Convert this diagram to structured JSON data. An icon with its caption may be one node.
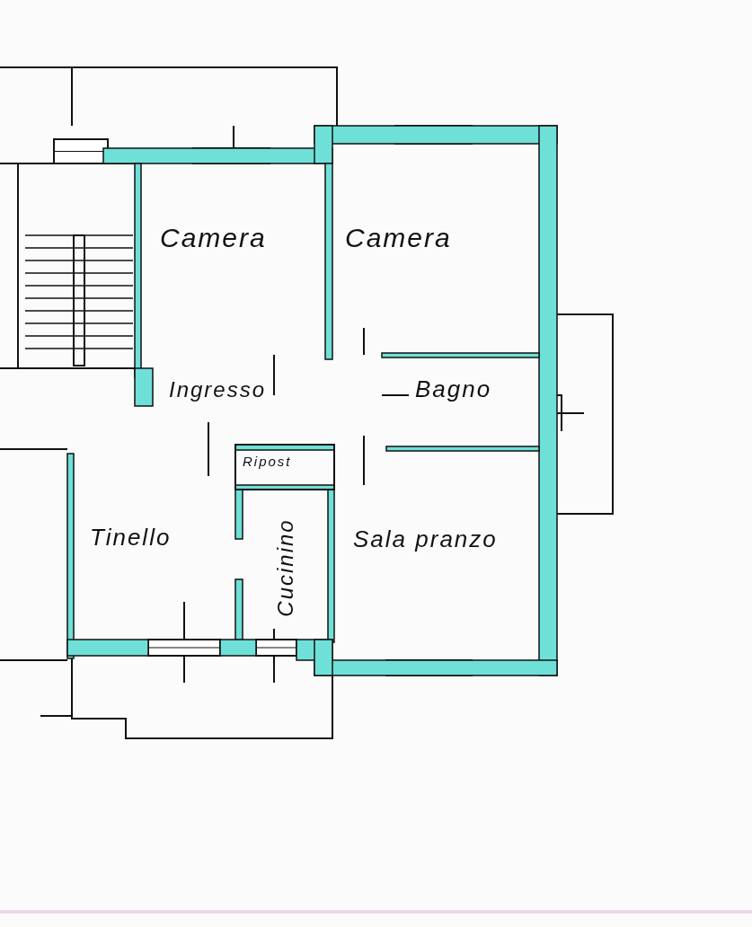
{
  "diagram": {
    "labels": [
      "Camera",
      "Camera",
      "Ingresso",
      "Bagno",
      "Ripost",
      "Tinello",
      "Cucinino",
      "Sala pranzo"
    ]
  }
}
